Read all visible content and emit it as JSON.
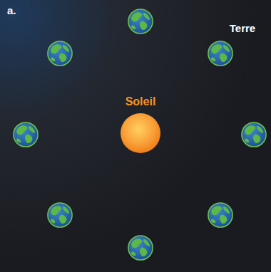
{
  "diagram": {
    "labels": [
      "a.",
      "Terre",
      "Soleil"
    ]
  }
}
